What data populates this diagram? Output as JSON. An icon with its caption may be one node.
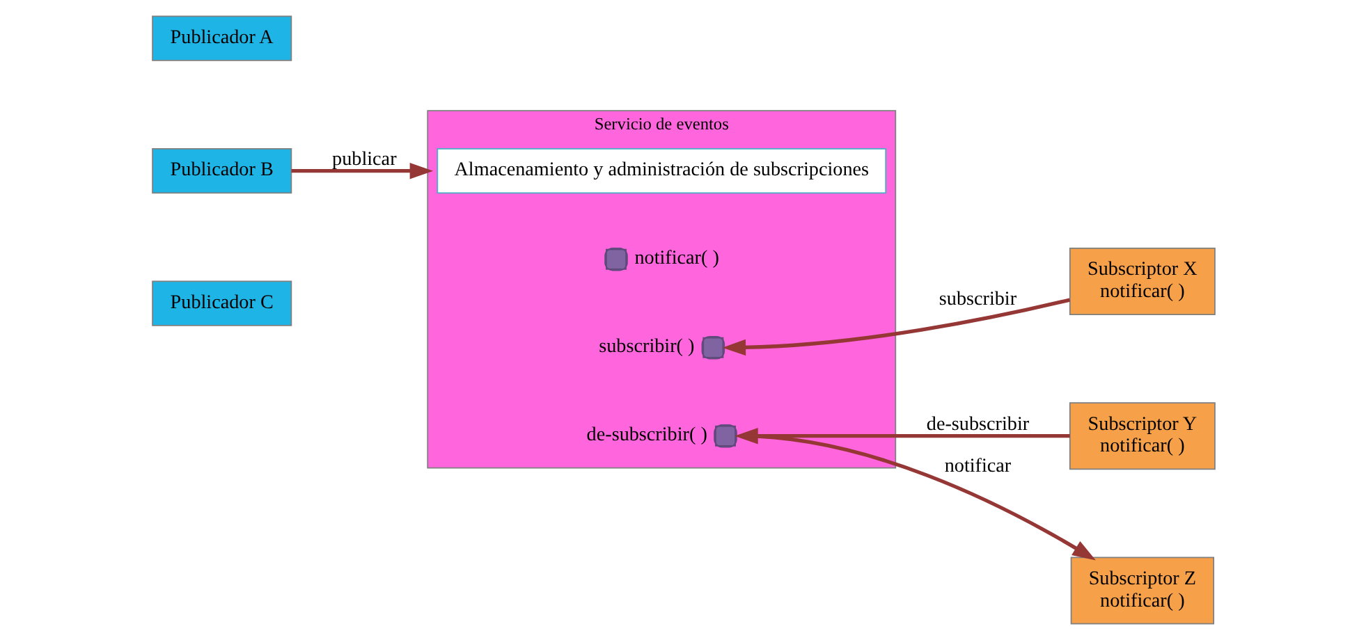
{
  "diagram": {
    "nodes": [
      {
        "text": [
          "Publicador A"
        ]
      },
      {
        "text": [
          "Publicador B"
        ]
      },
      {
        "text": [
          "Publicador C"
        ]
      },
      {
        "text": [
          "Servicio de eventos"
        ]
      },
      {
        "text": [
          "Almacenamiento y administración de subscripciones"
        ],
        "in": 3
      },
      {
        "text": [],
        "shape": "circle",
        "in": 3,
        "beside": [
          "notificar( )"
        ]
      },
      {
        "text": [],
        "shape": "circle",
        "in": 3,
        "beside": [
          "subscribir( )"
        ]
      },
      {
        "text": [],
        "shape": "circle",
        "in": 3,
        "beside": [
          "de-subscribir( )"
        ]
      },
      {
        "text": [
          "Subscriptor X",
          "notificar( )"
        ]
      },
      {
        "text": [
          "Subscriptor Y",
          "notificar( )"
        ]
      },
      {
        "text": [
          "Subscriptor Z",
          "notificar( )"
        ]
      }
    ],
    "edges": [
      {
        "from": 1,
        "to": 3,
        "arrow": "to",
        "label": "publicar"
      },
      {
        "from": 8,
        "to": 6,
        "arrow": "to",
        "label": "subscribir"
      },
      {
        "from": 9,
        "to": 7,
        "arrow": "to",
        "label": "de-subscribir"
      },
      {
        "from": 7,
        "to": 10,
        "arrow": "to",
        "label": "notificar"
      }
    ]
  }
}
